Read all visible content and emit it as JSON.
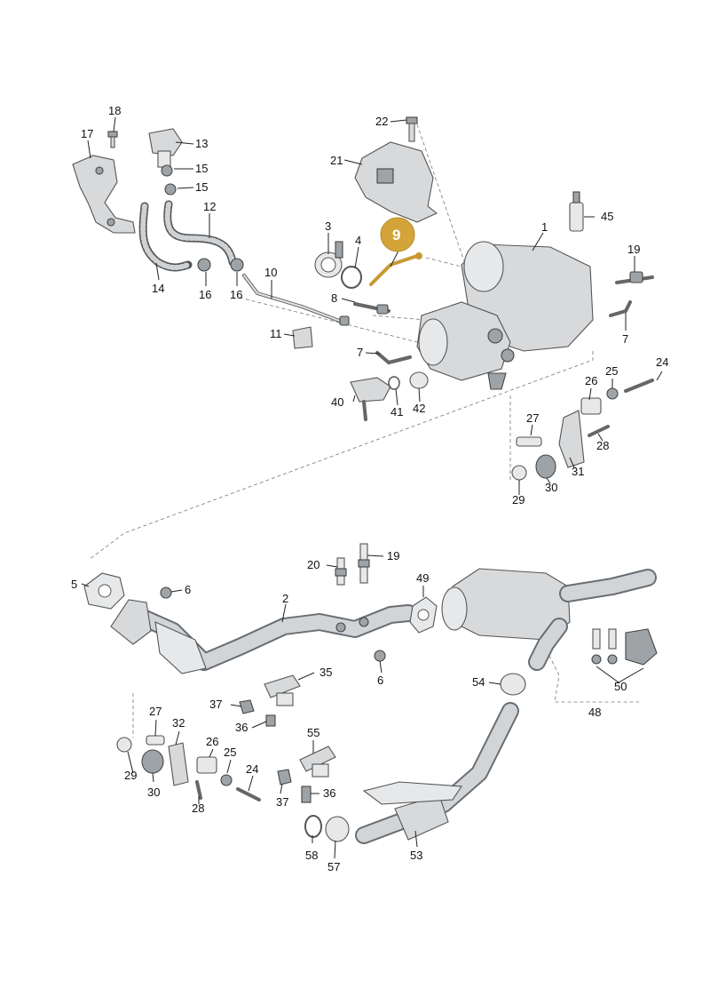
{
  "callouts": [
    {
      "id": "c1",
      "text": "1"
    },
    {
      "id": "c3",
      "text": "3"
    },
    {
      "id": "c4",
      "text": "4"
    },
    {
      "id": "c7a",
      "text": "7"
    },
    {
      "id": "c7b",
      "text": "7"
    },
    {
      "id": "c8",
      "text": "8"
    },
    {
      "id": "c10",
      "text": "10"
    },
    {
      "id": "c11",
      "text": "11"
    },
    {
      "id": "c12",
      "text": "12"
    },
    {
      "id": "c13",
      "text": "13"
    },
    {
      "id": "c14",
      "text": "14"
    },
    {
      "id": "c15a",
      "text": "15"
    },
    {
      "id": "c15b",
      "text": "15"
    },
    {
      "id": "c16a",
      "text": "16"
    },
    {
      "id": "c16b",
      "text": "16"
    },
    {
      "id": "c17",
      "text": "17"
    },
    {
      "id": "c18",
      "text": "18"
    },
    {
      "id": "c19a",
      "text": "19"
    },
    {
      "id": "c21",
      "text": "21"
    },
    {
      "id": "c22",
      "text": "22"
    },
    {
      "id": "c24a",
      "text": "24"
    },
    {
      "id": "c25a",
      "text": "25"
    },
    {
      "id": "c26a",
      "text": "26"
    },
    {
      "id": "c27a",
      "text": "27"
    },
    {
      "id": "c28a",
      "text": "28"
    },
    {
      "id": "c29a",
      "text": "29"
    },
    {
      "id": "c30a",
      "text": "30"
    },
    {
      "id": "c31",
      "text": "31"
    },
    {
      "id": "c40",
      "text": "40"
    },
    {
      "id": "c41",
      "text": "41"
    },
    {
      "id": "c42",
      "text": "42"
    },
    {
      "id": "c45",
      "text": "45"
    },
    {
      "id": "c2",
      "text": "2"
    },
    {
      "id": "c5",
      "text": "5"
    },
    {
      "id": "c6a",
      "text": "6"
    },
    {
      "id": "c6b",
      "text": "6"
    },
    {
      "id": "c19b",
      "text": "19"
    },
    {
      "id": "c20",
      "text": "20"
    },
    {
      "id": "c24b",
      "text": "24"
    },
    {
      "id": "c25b",
      "text": "25"
    },
    {
      "id": "c26b",
      "text": "26"
    },
    {
      "id": "c27b",
      "text": "27"
    },
    {
      "id": "c28b",
      "text": "28"
    },
    {
      "id": "c29b",
      "text": "29"
    },
    {
      "id": "c30b",
      "text": "30"
    },
    {
      "id": "c32",
      "text": "32"
    },
    {
      "id": "c35",
      "text": "35"
    },
    {
      "id": "c36a",
      "text": "36"
    },
    {
      "id": "c36b",
      "text": "36"
    },
    {
      "id": "c37a",
      "text": "37"
    },
    {
      "id": "c37b",
      "text": "37"
    },
    {
      "id": "c48",
      "text": "48"
    },
    {
      "id": "c49",
      "text": "49"
    },
    {
      "id": "c50",
      "text": "50"
    },
    {
      "id": "c53",
      "text": "53"
    },
    {
      "id": "c54",
      "text": "54"
    },
    {
      "id": "c55",
      "text": "55"
    },
    {
      "id": "c57",
      "text": "57"
    },
    {
      "id": "c58",
      "text": "58"
    }
  ],
  "highlight": {
    "text": "9",
    "color": "#d4a43a"
  }
}
